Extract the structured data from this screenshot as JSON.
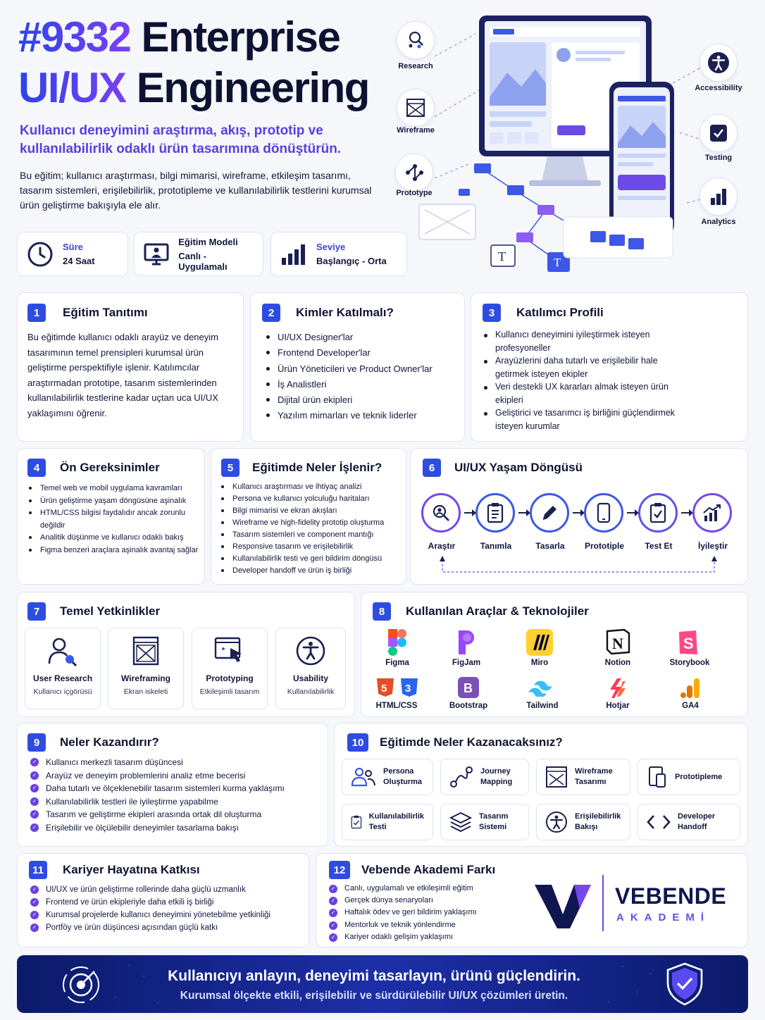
{
  "header": {
    "title_line1_accent": "#9332",
    "title_line1_rest": "Enterprise",
    "title_line2_accent": "UI/UX",
    "title_line2_rest": "Engineering",
    "subtitle": "Kullanıcı deneyimini araştırma, akış, prototip ve kullanılabilirlik odaklı ürün tasarımına dönüştürün.",
    "intro": "Bu eğitim; kullanıcı araştırması, bilgi mimarisi, wireframe, etkileşim tasarımı, tasarım sistemleri, erişilebilirlik, prototipleme ve kullanılabilirlik testlerini kurumsal ürün geliştirme bakışıyla ele alır."
  },
  "meta": [
    {
      "label": "Süre",
      "value": "24 Saat",
      "icon": "clock-icon"
    },
    {
      "label": "Eğitim Modeli",
      "value": "Canlı - Uygulamalı",
      "icon": "monitor-user-icon"
    },
    {
      "label": "Seviye",
      "value": "Başlangıç - Orta",
      "icon": "bar-level-icon"
    }
  ],
  "hero": {
    "left_icons": [
      "Research",
      "Wireframe",
      "Prototype"
    ],
    "right_icons": [
      "Accessibility",
      "Testing",
      "Analytics"
    ]
  },
  "sections": {
    "s1": {
      "num": "1",
      "title": "Eğitim Tanıtımı",
      "text": "Bu eğitimde kullanıcı odaklı arayüz ve deneyim tasarımının temel prensipleri kurumsal ürün geliştirme perspektifiyle işlenir. Katılımcılar araştırmadan prototipe, tasarım sistemlerinden kullanılabilirlik testlerine kadar uçtan uca UI/UX yaklaşımını öğrenir."
    },
    "s2": {
      "num": "2",
      "title": "Kimler Katılmalı?",
      "items": [
        "UI/UX Designer'lar",
        "Frontend Developer'lar",
        "Ürün Yöneticileri ve Product Owner'lar",
        "İş Analistleri",
        "Dijital ürün ekipleri",
        "Yazılım mimarları ve teknik liderler"
      ]
    },
    "s3": {
      "num": "3",
      "title": "Katılımcı Profili",
      "items": [
        "Kullanıcı deneyimini iyileştirmek isteyen profesyoneller",
        "Arayüzlerini daha tutarlı ve erişilebilir hale getirmek isteyen ekipler",
        "Veri destekli UX kararları almak isteyen ürün ekipleri",
        "Geliştirici ve tasarımcı iş birliğini güçlendirmek isteyen kurumlar"
      ]
    },
    "s4": {
      "num": "4",
      "title": "Ön Gereksinimler",
      "items": [
        "Temel web ve mobil uygulama kavramları",
        "Ürün geliştirme yaşam döngüsüne aşinalık",
        "HTML/CSS bilgisi faydalıdır ancak zorunlu değildir",
        "Analitik düşünme ve kullanıcı odaklı bakış",
        "Figma benzeri araçlara aşinalık avantaj sağlar"
      ]
    },
    "s5": {
      "num": "5",
      "title": "Eğitimde Neler İşlenir?",
      "items": [
        "Kullanıcı araştırması ve ihtiyaç analizi",
        "Persona ve kullanıcı yolculuğu haritaları",
        "Bilgi mimarisi ve ekran akışları",
        "Wireframe ve high-fidelity prototip oluşturma",
        "Tasarım sistemleri ve component mantığı",
        "Responsive tasarım ve erişilebilirlik",
        "Kullanılabilirlik testi ve geri bildirim döngüsü",
        "Developer handoff ve ürün iş birliği"
      ]
    },
    "s6": {
      "num": "6",
      "title": "UI/UX Yaşam Döngüsü",
      "steps": [
        "Araştır",
        "Tanımla",
        "Tasarla",
        "Prototiple",
        "Test Et",
        "İyileştir"
      ]
    },
    "s7": {
      "num": "7",
      "title": "Temel Yetkinlikler",
      "cards": [
        {
          "title": "User Research",
          "sub": "Kullanıcı içgörüsü"
        },
        {
          "title": "Wireframing",
          "sub": "Ekran iskeleti"
        },
        {
          "title": "Prototyping",
          "sub": "Etkileşimli tasarım"
        },
        {
          "title": "Usability",
          "sub": "Kullanılabilirlik"
        }
      ]
    },
    "s8": {
      "num": "8",
      "title": "Kullanılan Araçlar & Teknolojiler",
      "tools": [
        "Figma",
        "FigJam",
        "Miro",
        "Notion",
        "Storybook",
        "HTML/CSS",
        "Bootstrap",
        "Tailwind",
        "Hotjar",
        "GA4"
      ]
    },
    "s9": {
      "num": "9",
      "title": "Neler Kazandırır?",
      "items": [
        "Kullanıcı merkezli tasarım düşüncesi",
        "Arayüz ve deneyim problemlerini analiz etme becerisi",
        "Daha tutarlı ve ölçeklenebilir tasarım sistemleri kurma yaklaşımı",
        "Kullanılabilirlik testleri ile iyileştirme yapabilme",
        "Tasarım ve geliştirme ekipleri arasında ortak dil oluşturma",
        "Erişilebilir ve ölçülebilir deneyimler tasarlama bakışı"
      ]
    },
    "s10": {
      "num": "10",
      "title": "Eğitimde Neler Kazanacaksınız?",
      "items": [
        {
          "l1": "Persona",
          "l2": "Oluşturma"
        },
        {
          "l1": "Journey",
          "l2": "Mapping"
        },
        {
          "l1": "Wireframe",
          "l2": "Tasarımı"
        },
        {
          "l1": "Prototipleme",
          "l2": ""
        },
        {
          "l1": "Kullanılabilirlik",
          "l2": "Testi"
        },
        {
          "l1": "Tasarım",
          "l2": "Sistemi"
        },
        {
          "l1": "Erişilebilirlik",
          "l2": "Bakışı"
        },
        {
          "l1": "Developer",
          "l2": "Handoff"
        }
      ]
    },
    "s11": {
      "num": "11",
      "title": "Kariyer Hayatına Katkısı",
      "items": [
        "UI/UX ve ürün geliştirme rollerinde daha güçlü uzmanlık",
        "Frontend ve ürün ekipleriyle daha etkili iş birliği",
        "Kurumsal projelerde kullanıcı deneyimini yönetebilme yetkinliği",
        "Portföy ve ürün düşüncesi açısından güçlü katkı"
      ]
    },
    "s12": {
      "num": "12",
      "title": "Vebende Akademi Farkı",
      "items": [
        "Canlı, uygulamalı ve etkileşimli eğitim",
        "Gerçek dünya senaryoları",
        "Haftalık ödev ve geri bildirim yaklaşımı",
        "Mentorluk ve teknik yönlendirme",
        "Kariyer odaklı gelişim yaklaşımı"
      ]
    }
  },
  "brand": {
    "name": "VEBENDE",
    "sub": "AKADEMİ"
  },
  "footer": {
    "line1": "Kullanıcıyı anlayın, deneyimi tasarlayın, ürünü güçlendirin.",
    "line2": "Kurumsal ölçekte etkili, erişilebilir ve sürdürülebilir UI/UX çözümleri üretin."
  },
  "colors": {
    "accent_blue": "#2e4de0",
    "accent_purple": "#7747ee",
    "footer_navy": "#0b1a6a"
  }
}
